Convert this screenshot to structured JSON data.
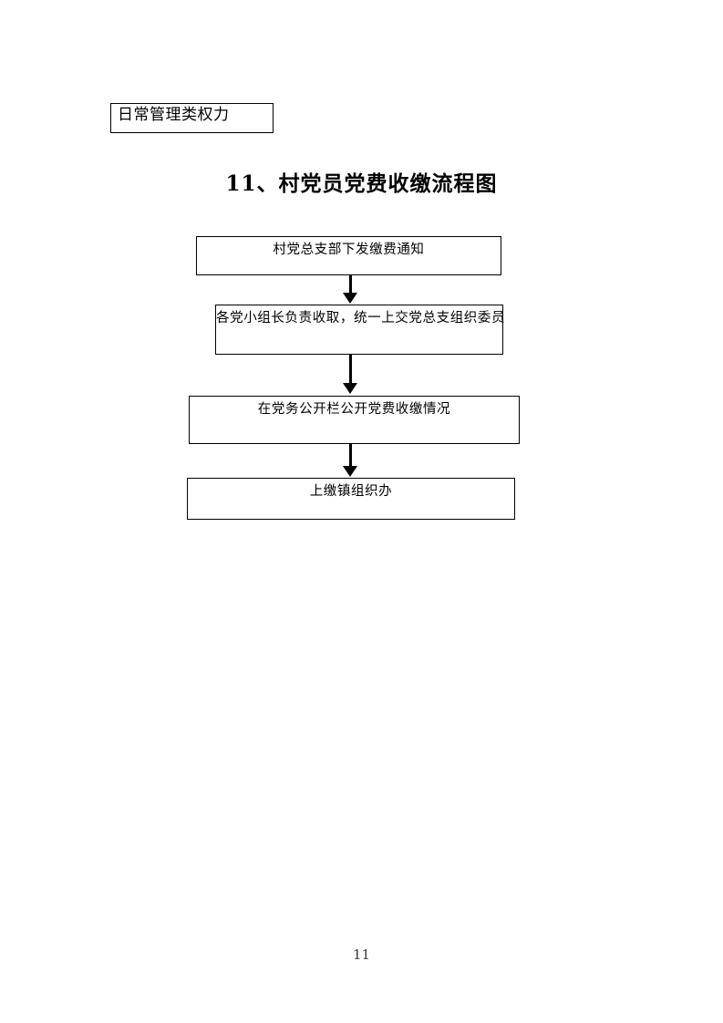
{
  "document": {
    "category_tag": "日常管理类权力",
    "title": "11、村党员党费收缴流程图",
    "page_number": "11",
    "background_color": "#ffffff",
    "line_color": "#000000"
  },
  "chart_data": {
    "type": "diagram",
    "diagram_kind": "flowchart",
    "title": "11、村党员党费收缴流程图",
    "orientation": "top-to-bottom",
    "nodes": [
      {
        "id": "n1",
        "label": "村党总支部下发缴费通知",
        "shape": "rectangle",
        "order": 1
      },
      {
        "id": "n2",
        "label": "各党小组长负责收取，统一上交党总支组织委员",
        "shape": "rectangle",
        "order": 2
      },
      {
        "id": "n3",
        "label": "在党务公开栏公开党费收缴情况",
        "shape": "rectangle",
        "order": 3
      },
      {
        "id": "n4",
        "label": "上缴镇组织办",
        "shape": "rectangle",
        "order": 4
      }
    ],
    "edges": [
      {
        "from": "n1",
        "to": "n2",
        "style": "solid-arrow",
        "label": ""
      },
      {
        "from": "n2",
        "to": "n3",
        "style": "solid-arrow",
        "label": ""
      },
      {
        "from": "n3",
        "to": "n4",
        "style": "solid-arrow",
        "label": ""
      }
    ]
  }
}
